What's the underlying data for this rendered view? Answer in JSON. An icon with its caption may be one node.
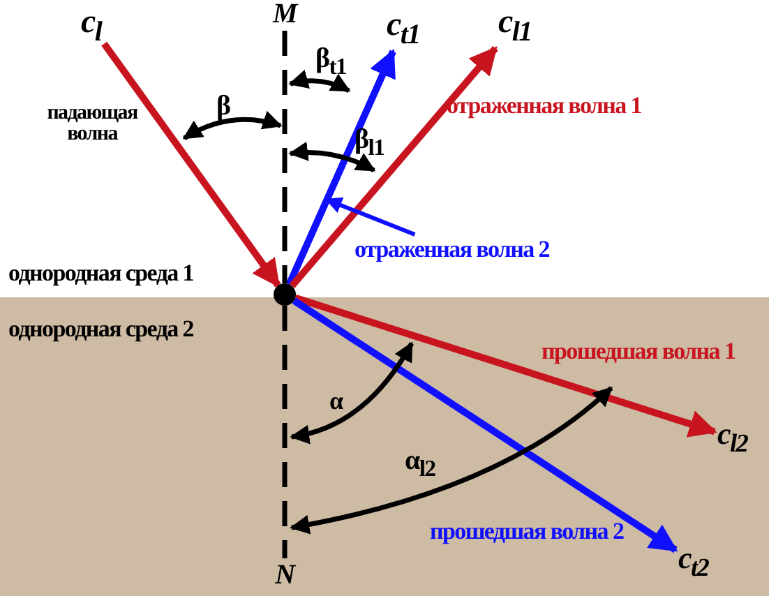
{
  "diagram": {
    "nodes": [
      {
        "text": [
          "M"
        ]
      },
      {
        "text": [
          "c$_{l}$"
        ]
      },
      {
        "text": [
          "c$_{t1}$"
        ]
      },
      {
        "text": [
          "c$_{l1}$"
        ]
      },
      {
        "text": [],
        "shape": "circle"
      },
      {
        "text": [
          "отраженная волна 2"
        ]
      },
      {
        "text": [
          "c$_{l2}$"
        ]
      },
      {
        "text": [
          "c$_{t2}$"
        ]
      },
      {
        "text": [
          "N"
        ]
      }
    ],
    "edges": [
      {
        "from": 1,
        "to": 4,
        "arrow": "to"
      },
      {
        "from": 4,
        "to": 2,
        "arrow": "to",
        "color": "#1010ff"
      },
      {
        "from": 4,
        "to": 3,
        "arrow": "to"
      },
      {
        "from": 4,
        "to": 6,
        "arrow": "to"
      },
      {
        "from": 4,
        "to": 7,
        "arrow": "to",
        "color": "#1010ff"
      },
      {
        "from": 5,
        "to": null,
        "arrow": "to",
        "color": "#1010ff"
      },
      {
        "from": 0,
        "to": 4,
        "arrow": "none",
        "style": "dashed",
        "color": "#000000"
      },
      {
        "from": 4,
        "to": 8,
        "arrow": "none",
        "style": "dashed",
        "color": "#000000"
      }
    ],
    "labels": [
      "β$_{t1}$",
      "β",
      "падающая волна",
      "β$_{l1}$",
      "отраженная волна 1",
      "однородная среда 1",
      "однородная среда 2",
      "прошедшая волна 1",
      "α",
      "α$_{l2}$",
      "прошедшая волна 2"
    ]
  }
}
